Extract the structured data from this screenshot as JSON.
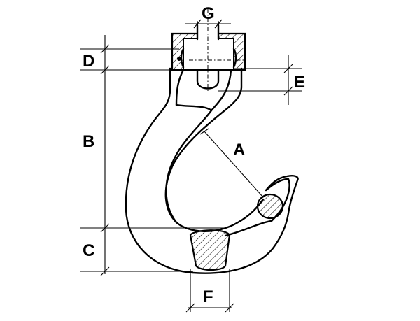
{
  "dimension_labels": {
    "A": "A",
    "B": "B",
    "C": "C",
    "D": "D",
    "E": "E",
    "F": "F",
    "G": "G"
  },
  "colors": {
    "line": "#000000",
    "background": "#ffffff"
  }
}
